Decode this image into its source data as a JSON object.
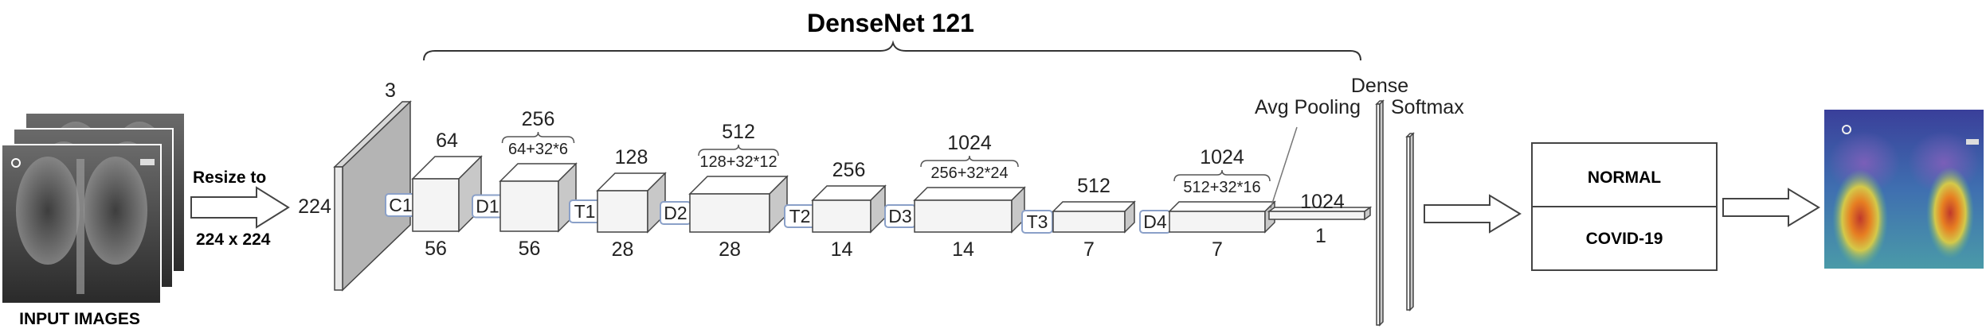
{
  "title": "DenseNet 121",
  "input": {
    "caption": "INPUT IMAGES",
    "resize_line1": "Resize to",
    "resize_line2": "224 x 224"
  },
  "input_layer": {
    "depth": "3",
    "side": "224"
  },
  "blocks": [
    {
      "id": "C1",
      "label": "C1",
      "channels": "64",
      "formula": "",
      "size": "56"
    },
    {
      "id": "D1",
      "label": "D1",
      "channels": "256",
      "formula": "64+32*6",
      "size": "56"
    },
    {
      "id": "T1",
      "label": "T1",
      "channels": "128",
      "formula": "",
      "size": "28"
    },
    {
      "id": "D2",
      "label": "D2",
      "channels": "512",
      "formula": "128+32*12",
      "size": "28"
    },
    {
      "id": "T2",
      "label": "T2",
      "channels": "256",
      "formula": "",
      "size": "14"
    },
    {
      "id": "D3",
      "label": "D3",
      "channels": "1024",
      "formula": "256+32*24",
      "size": "14"
    },
    {
      "id": "T3",
      "label": "T3",
      "channels": "512",
      "formula": "",
      "size": "7"
    },
    {
      "id": "D4",
      "label": "D4",
      "channels": "1024",
      "formula": "512+32*16",
      "size": "7"
    }
  ],
  "pooling": {
    "label": "Avg Pooling",
    "channels": "1024",
    "size": "1"
  },
  "dense_label": "Dense",
  "softmax_label": "Softmax",
  "classes": [
    "NORMAL",
    "COVID-19"
  ],
  "colors": {
    "block_front": "#f4f4f4",
    "block_top": "#ffffff",
    "block_side": "#c8c8c8",
    "stroke": "#444444",
    "connector_stroke": "#8aa0c8",
    "input_plane": "#b4b4b4"
  }
}
